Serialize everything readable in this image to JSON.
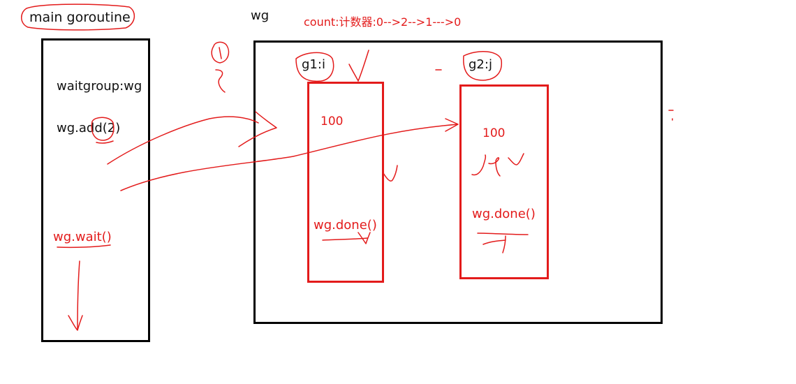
{
  "colors": {
    "ink_black": "#111111",
    "ink_red": "#e31b1b",
    "background": "#ffffff"
  },
  "main": {
    "title": "main goroutine",
    "declaration": "waitgroup:wg",
    "add_call": "wg.add(2)",
    "wait_call": "wg.wait()"
  },
  "wg": {
    "title": "wg",
    "counter_note": "count:计数器:0-->2-->1--->0"
  },
  "goroutines": [
    {
      "label": "g1:i",
      "value": "100",
      "done_call": "wg.done()"
    },
    {
      "label": "g2:j",
      "value": "100",
      "done_call": "wg.done()"
    }
  ]
}
